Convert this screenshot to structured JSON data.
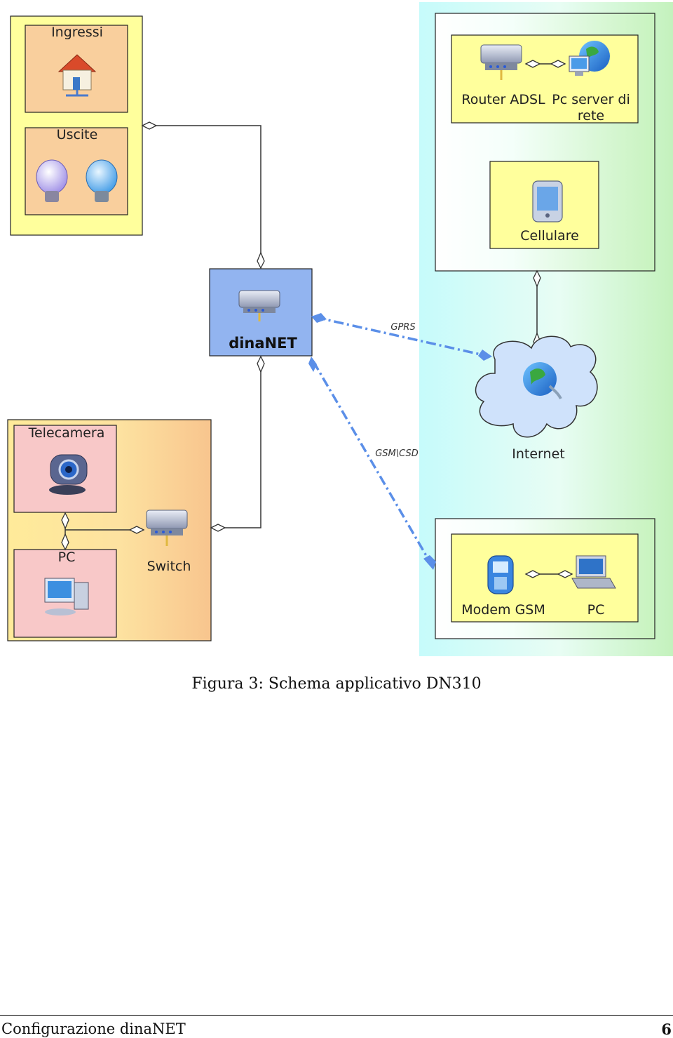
{
  "diagram": {
    "inputs_label": "Ingressi",
    "outputs_label": "Uscite",
    "router_adsl_label": "Router ADSL",
    "pc_server_label_line1": "Pc server di",
    "pc_server_label_line2": "rete",
    "cellulare_label": "Cellulare",
    "dinanet_label": "dinaNET",
    "gprs_label": "GPRS",
    "gsm_csd_label": "GSM\\CSD",
    "internet_label": "Internet",
    "telecamera_label": "Telecamera",
    "pc_local_label": "PC",
    "switch_label": "Switch",
    "modem_gsm_label": "Modem GSM",
    "pc_remote_label": "PC"
  },
  "caption": "Figura 3: Schema applicativo DN310",
  "footer": {
    "left": "Configurazione dinaNET",
    "page_number": "6"
  },
  "icons": [
    "house-icon",
    "bulb-purple-icon",
    "bulb-blue-icon",
    "router-icon",
    "globe-pc-icon",
    "cellphone-icon",
    "dinanet-device-icon",
    "cloud-globe-icon",
    "webcam-icon",
    "switch-icon",
    "desktop-pc-icon",
    "mobile-phone-icon",
    "laptop-icon"
  ],
  "colors": {
    "peach": "#f9cf9d",
    "yellow": "#ffff9c",
    "pink": "#f8c8c8",
    "dinanet_blue": "#92b4f0",
    "link_blue": "#5b8fe8",
    "cyan_region": "#ccffff",
    "green_region": "#c8f5c0"
  }
}
